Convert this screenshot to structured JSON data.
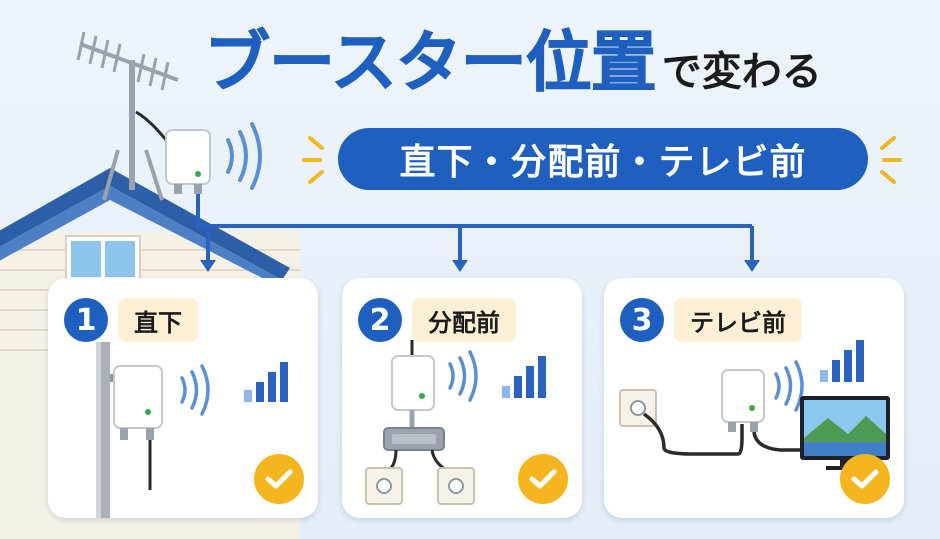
{
  "title": {
    "main": "ブースター位置",
    "sub": "で変わる"
  },
  "subtitle": "直下・分配前・テレビ前",
  "cards": [
    {
      "number": "1",
      "label": "直下"
    },
    {
      "number": "2",
      "label": "分配前"
    },
    {
      "number": "3",
      "label": "テレビ前"
    }
  ],
  "colors": {
    "primary_blue": "#1f5fbf",
    "label_bg": "#fdf0d5",
    "check_yellow": "#f5b51f",
    "background": "#eef4fb"
  }
}
